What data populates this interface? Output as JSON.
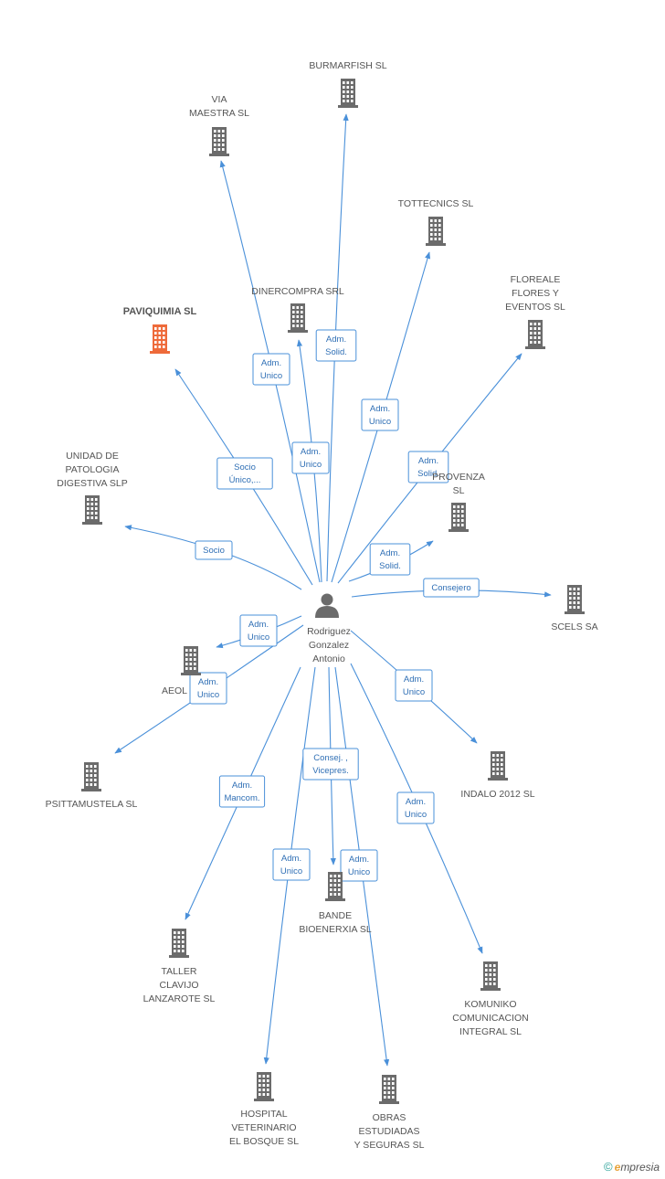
{
  "colors": {
    "edge": "#4a90d9",
    "building": "#6b6b6b",
    "highlight": "#ee6a3a",
    "person": "#6b6b6b"
  },
  "center": {
    "icon": "person-icon",
    "label": [
      "Rodriguez",
      "Gonzalez",
      "Antonio"
    ]
  },
  "nodes": [
    {
      "id": "burmarfish",
      "label": [
        "BURMARFISH SL"
      ],
      "icon": "building-icon"
    },
    {
      "id": "via-maestra",
      "label": [
        "VIA",
        "MAESTRA SL"
      ],
      "icon": "building-icon"
    },
    {
      "id": "tottecnics",
      "label": [
        "TOTTECNICS SL"
      ],
      "icon": "building-icon"
    },
    {
      "id": "dinercompra",
      "label": [
        "DINERCOMPRA SRL"
      ],
      "icon": "building-icon"
    },
    {
      "id": "paviquimia",
      "label": [
        "PAVIQUIMIA SL"
      ],
      "icon": "building-icon",
      "highlight": true
    },
    {
      "id": "floreale",
      "label": [
        "FLOREALE",
        "FLORES Y",
        "EVENTOS  SL"
      ],
      "icon": "building-icon"
    },
    {
      "id": "unidad-patologia",
      "label": [
        "UNIDAD DE",
        "PATOLOGIA",
        "DIGESTIVA SLP"
      ],
      "icon": "building-icon"
    },
    {
      "id": "provenza",
      "label": [
        "PROVENZA",
        "SL"
      ],
      "icon": "building-icon"
    },
    {
      "id": "scels",
      "label": [
        "SCELS SA"
      ],
      "icon": "building-icon"
    },
    {
      "id": "aeol",
      "label": [
        "AEOL"
      ],
      "icon": "building-icon"
    },
    {
      "id": "psittamustela",
      "label": [
        "PSITTAMUSTELA SL"
      ],
      "icon": "building-icon"
    },
    {
      "id": "indalo",
      "label": [
        "INDALO 2012 SL"
      ],
      "icon": "building-icon"
    },
    {
      "id": "bande",
      "label": [
        "BANDE",
        "BIOENERXIA SL"
      ],
      "icon": "building-icon"
    },
    {
      "id": "taller-clavijo",
      "label": [
        "TALLER",
        "CLAVIJO",
        "LANZAROTE SL"
      ],
      "icon": "building-icon"
    },
    {
      "id": "komuniko",
      "label": [
        "KOMUNIKO",
        "COMUNICACION",
        "INTEGRAL  SL"
      ],
      "icon": "building-icon"
    },
    {
      "id": "hospital-veterinario",
      "label": [
        "HOSPITAL",
        "VETERINARIO",
        "EL BOSQUE SL"
      ],
      "icon": "building-icon"
    },
    {
      "id": "obras-estudiadas",
      "label": [
        "OBRAS",
        "ESTUDIADAS",
        "Y SEGURAS SL"
      ],
      "icon": "building-icon"
    }
  ],
  "edges": [
    {
      "to": "burmarfish",
      "label": [
        "Adm.",
        "Solid."
      ]
    },
    {
      "to": "via-maestra",
      "label": [
        "Adm.",
        "Unico"
      ]
    },
    {
      "to": "dinercompra",
      "label": [
        "Adm.",
        "Unico"
      ]
    },
    {
      "to": "tottecnics",
      "label": [
        "Adm.",
        "Unico"
      ]
    },
    {
      "to": "paviquimia",
      "label": [
        "Socio",
        "Único,..."
      ]
    },
    {
      "to": "floreale",
      "label": [
        "Adm.",
        "Solid."
      ]
    },
    {
      "to": "unidad-patologia",
      "label": [
        "Socio"
      ]
    },
    {
      "to": "provenza",
      "label": [
        "Adm.",
        "Solid."
      ]
    },
    {
      "to": "scels",
      "label": [
        "Consejero"
      ]
    },
    {
      "to": "aeol",
      "label": [
        "Adm.",
        "Unico"
      ]
    },
    {
      "to": "psittamustela",
      "label": [
        "Adm.",
        "Unico"
      ]
    },
    {
      "to": "indalo",
      "label": [
        "Adm.",
        "Unico"
      ]
    },
    {
      "to": "bande",
      "label": [
        "Consej. ,",
        "Vicepres."
      ]
    },
    {
      "to": "taller-clavijo",
      "label": [
        "Adm.",
        "Mancom."
      ]
    },
    {
      "to": "komuniko",
      "label": [
        "Adm.",
        "Unico"
      ]
    },
    {
      "to": "hospital-veterinario",
      "label": [
        "Adm.",
        "Unico"
      ]
    },
    {
      "to": "obras-estudiadas",
      "label": [
        "Adm.",
        "Unico"
      ]
    }
  ],
  "watermark": {
    "symbol": "©",
    "brand_initial": "e",
    "brand_rest": "mpresia"
  }
}
